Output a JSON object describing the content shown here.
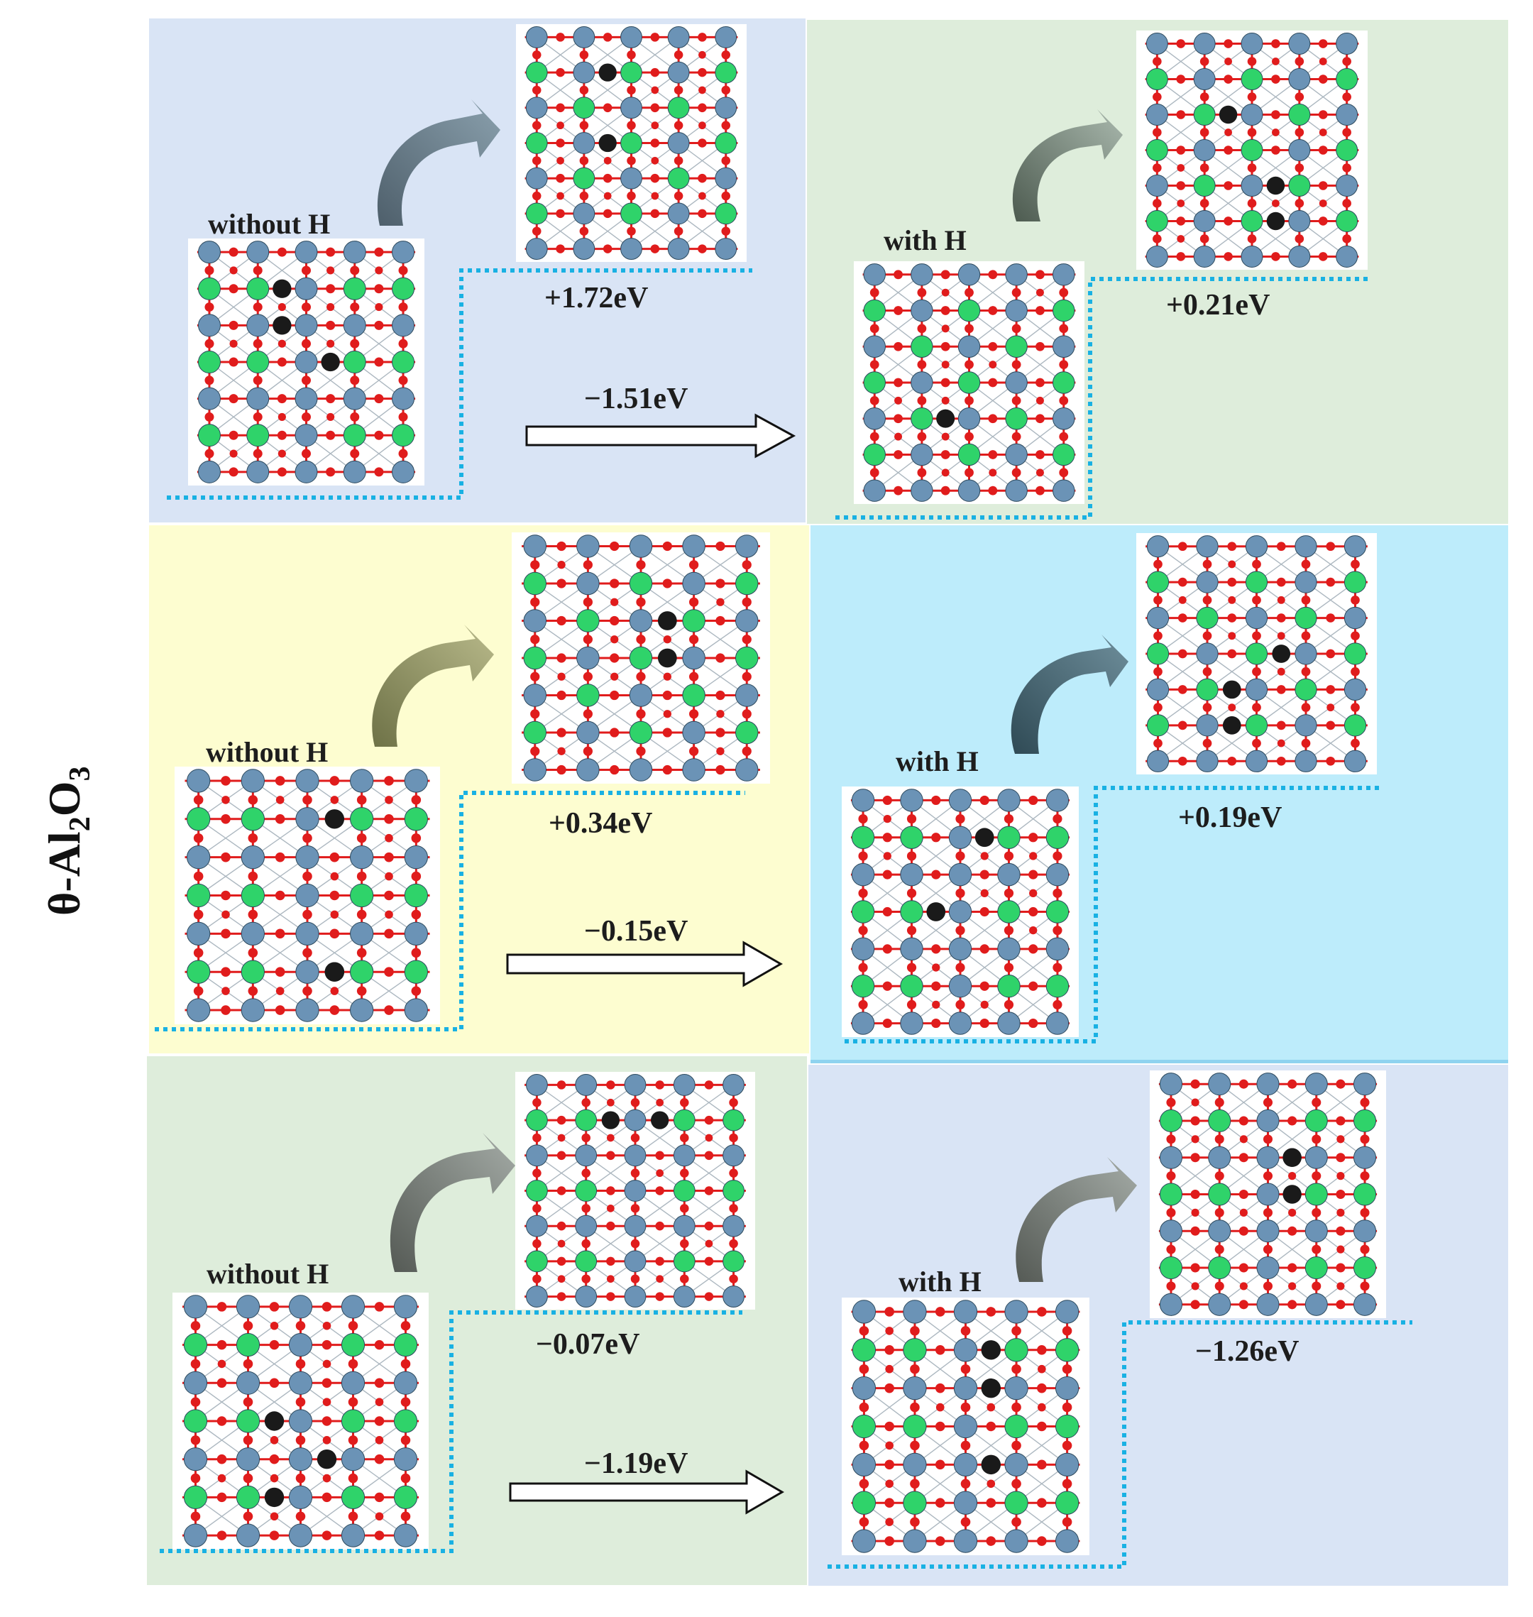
{
  "side_title": {
    "prefix": "θ-Al",
    "sub1": "2",
    "mid": "O",
    "sub2": "3"
  },
  "colors": {
    "al": "#6b93b6",
    "o": "#e01c1c",
    "green": "#2fd36a",
    "c": "#1a1a1a",
    "dot_line": "#19b1e3",
    "blue_panel": "#d9e4f5",
    "green_panel": "#deeddb",
    "yellow_panel": "#fdfdd0",
    "cyan_panel": "#bdecfb"
  },
  "rows": [
    {
      "left": {
        "label": "without H",
        "energy": "+1.72eV"
      },
      "transition": "−1.51eV",
      "right": {
        "label": "with H",
        "energy": "+0.21eV"
      }
    },
    {
      "left": {
        "label": "without H",
        "energy": "+0.34eV"
      },
      "transition": "−0.15eV",
      "right": {
        "label": "with H",
        "energy": "+0.19eV"
      }
    },
    {
      "left": {
        "label": "without H",
        "energy": "−0.07eV"
      },
      "transition": "−1.19eV",
      "right": {
        "label": "with H",
        "energy": "−1.26eV"
      }
    }
  ]
}
